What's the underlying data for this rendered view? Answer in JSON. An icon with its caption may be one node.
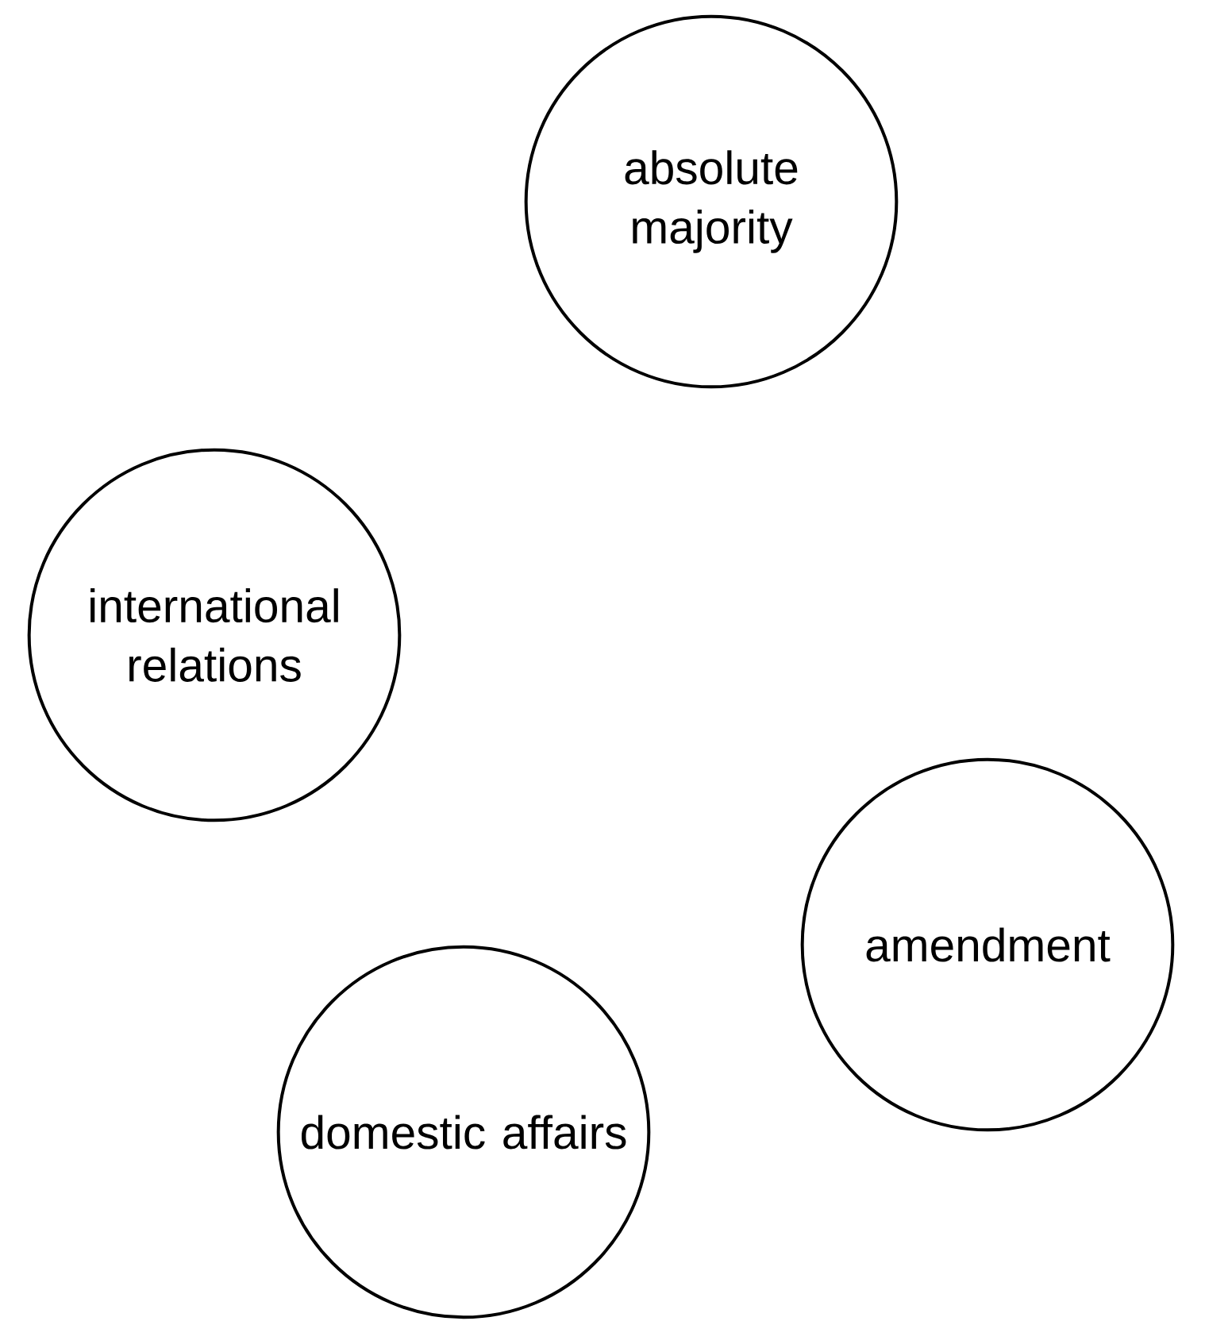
{
  "diagram": {
    "nodes": [
      {
        "text": [
          "absolute majority"
        ]
      },
      {
        "text": [
          "international relations"
        ]
      },
      {
        "text": [
          "amendment"
        ]
      },
      {
        "text": [
          "domestic affairs"
        ]
      }
    ]
  }
}
